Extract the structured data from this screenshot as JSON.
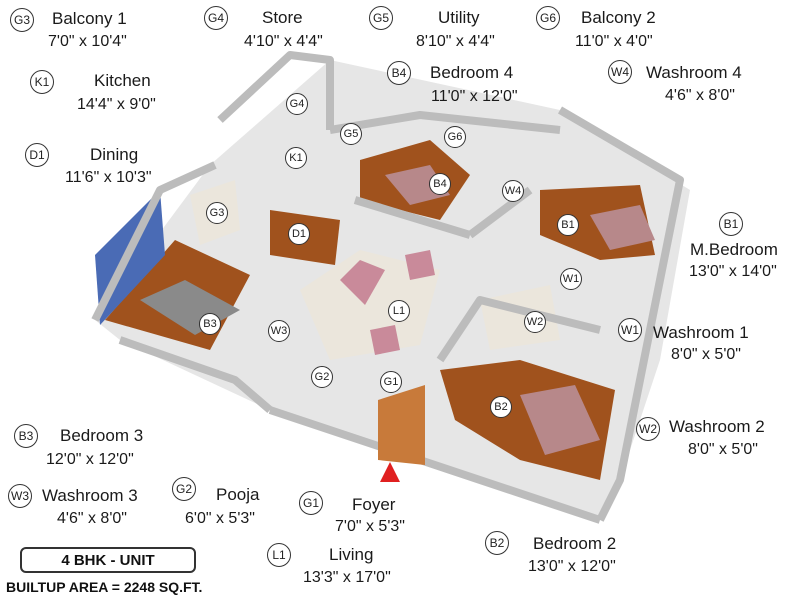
{
  "rooms": [
    {
      "code": "G3",
      "name": "Balcony 1",
      "size": "7'0\" x 10'4\""
    },
    {
      "code": "G4",
      "name": "Store",
      "size": "4'10\" x 4'4\""
    },
    {
      "code": "G5",
      "name": "Utility",
      "size": "8'10\" x 4'4\""
    },
    {
      "code": "G6",
      "name": "Balcony 2",
      "size": "11'0\" x 4'0\""
    },
    {
      "code": "K1",
      "name": "Kitchen",
      "size": "14'4\" x 9'0\""
    },
    {
      "code": "B4",
      "name": "Bedroom 4",
      "size": "11'0\" x 12'0\""
    },
    {
      "code": "W4",
      "name": "Washroom 4",
      "size": "4'6\" x 8'0\""
    },
    {
      "code": "D1",
      "name": "Dining",
      "size": "11'6\" x 10'3\""
    },
    {
      "code": "B1",
      "name": "M.Bedroom",
      "size": "13'0\" x 14'0\""
    },
    {
      "code": "W1",
      "name": "Washroom 1",
      "size": "8'0\" x 5'0\""
    },
    {
      "code": "W2",
      "name": "Washroom 2",
      "size": "8'0\" x 5'0\""
    },
    {
      "code": "B3",
      "name": "Bedroom 3",
      "size": "12'0\" x 12'0\""
    },
    {
      "code": "W3",
      "name": "Washroom 3",
      "size": "4'6\" x 8'0\""
    },
    {
      "code": "G2",
      "name": "Pooja",
      "size": "6'0\" x 5'3\""
    },
    {
      "code": "G1",
      "name": "Foyer",
      "size": "7'0\" x 5'3\""
    },
    {
      "code": "L1",
      "name": "Living",
      "size": "13'3\" x 17'0\""
    },
    {
      "code": "B2",
      "name": "Bedroom 2",
      "size": "13'0\" x 12'0\""
    }
  ],
  "plan_markers": [
    "G4",
    "G5",
    "G6",
    "K1",
    "G3",
    "D1",
    "B4",
    "W4",
    "B1",
    "W1",
    "W2",
    "L1",
    "B3",
    "W3",
    "G2",
    "G1",
    "B2"
  ],
  "unit_title": "4 BHK - UNIT",
  "builtup_area": "BUILTUP AREA = 2248 SQ.FT.",
  "colors": {
    "floor_wood": "#a0521d",
    "wall_top": "#f2f2f2",
    "wall_side": "#d8d8d8",
    "accent_wall": "#4a6bb5",
    "entry_arrow": "#e02020"
  }
}
